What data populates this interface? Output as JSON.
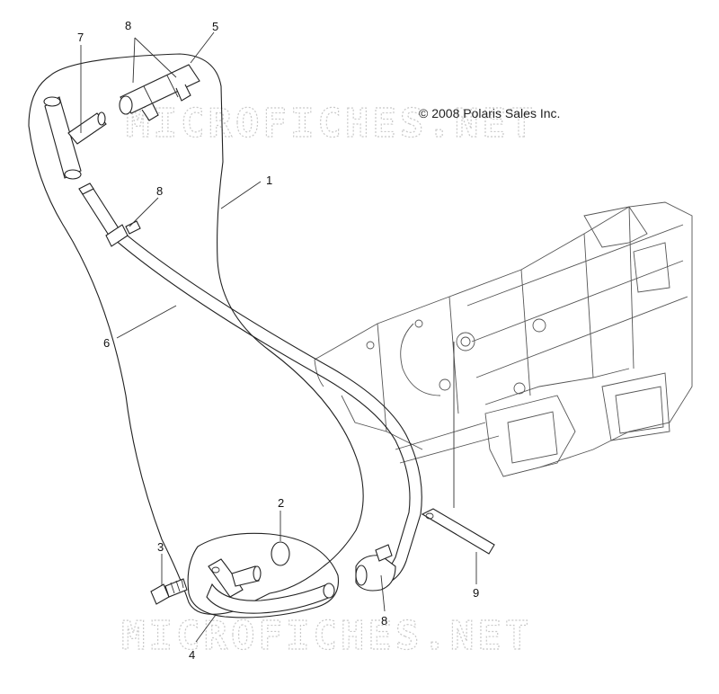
{
  "copyright": "© 2008 Polaris Sales Inc.",
  "watermark": {
    "top": "MICROFICHES.NET",
    "bottom": "MICROFICHES.NET"
  },
  "callouts": {
    "c1": "1",
    "c2": "2",
    "c3": "3",
    "c4": "4",
    "c5": "5",
    "c6": "6",
    "c7": "7",
    "c8_top": "8",
    "c8_mid": "8",
    "c8_bottom": "8",
    "c9": "9"
  }
}
